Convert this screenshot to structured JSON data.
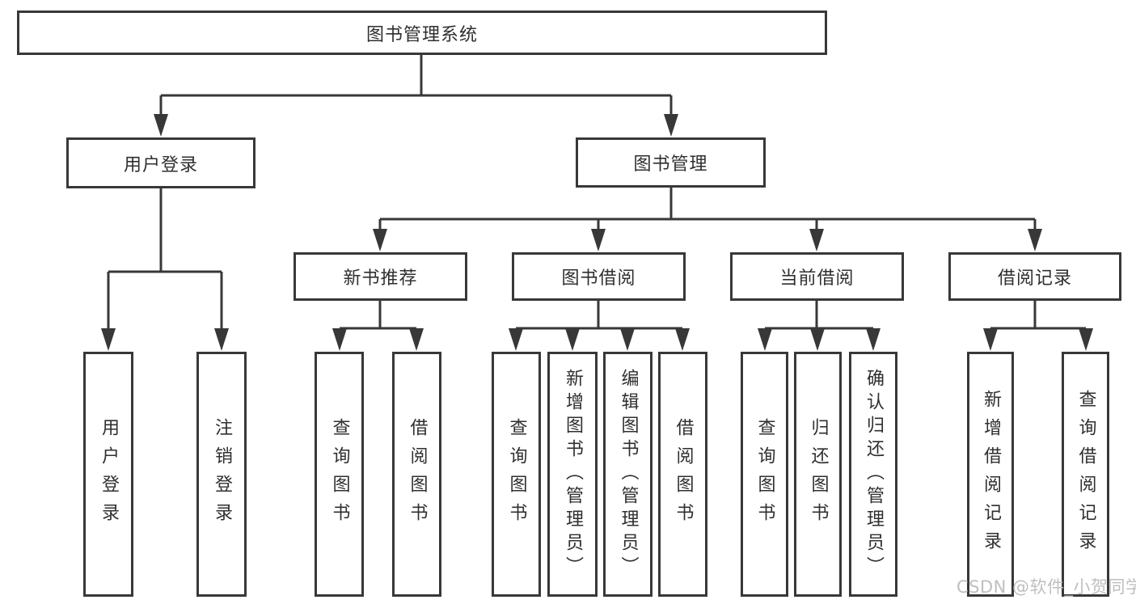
{
  "diagram": {
    "root": {
      "label": "图书管理系统"
    },
    "level2": [
      {
        "label": "用户登录"
      },
      {
        "label": "图书管理"
      }
    ],
    "level3": [
      {
        "label": "新书推荐"
      },
      {
        "label": "图书借阅"
      },
      {
        "label": "当前借阅"
      },
      {
        "label": "借阅记录"
      }
    ],
    "leaves": {
      "user_login": [
        "用户登录",
        "注销登录"
      ],
      "new_books": [
        "查询图书",
        "借阅图书"
      ],
      "book_borrow": [
        "查询图书",
        "新增图书（管理员）",
        "编辑图书（管理员）",
        "借阅图书"
      ],
      "current_borrow": [
        "查询图书",
        "归还图书",
        "确认归还（管理员）"
      ],
      "borrow_records": [
        "新增借阅记录",
        "查询借阅记录"
      ]
    }
  },
  "watermark": {
    "text": "CSDN @软件_小贺同学"
  },
  "colors": {
    "line": "#383838",
    "text": "#2f2f2f",
    "watermark": "#bfbfbf",
    "background": "#ffffff"
  }
}
